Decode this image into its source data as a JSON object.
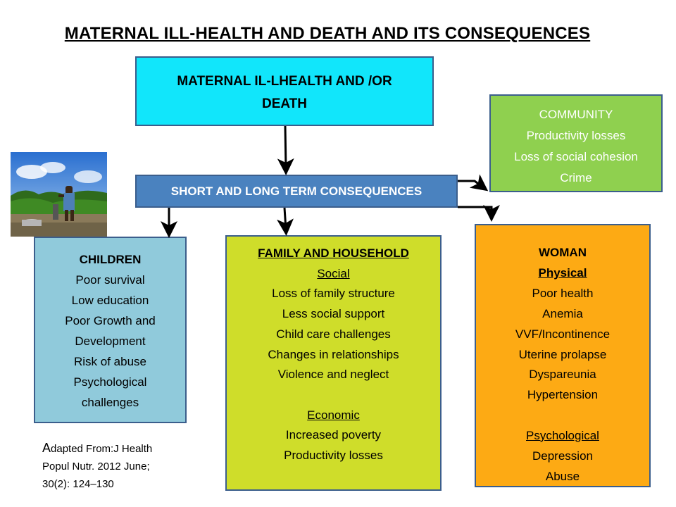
{
  "title": "MATERNAL ILL-HEALTH AND DEATH AND ITS CONSEQUENCES",
  "root": {
    "lines": [
      "MATERNAL IL-LHEALTH AND /OR",
      "DEATH"
    ]
  },
  "consequences": {
    "label": "SHORT AND LONG TERM CONSEQUENCES"
  },
  "community": {
    "heading": "COMMUNITY",
    "items": [
      "Productivity losses",
      "Loss of social cohesion",
      "Crime"
    ]
  },
  "children": {
    "heading": "CHILDREN",
    "items": [
      "Poor survival",
      "Low education",
      "Poor Growth and",
      "Development",
      "Risk of abuse",
      "Psychological",
      "challenges"
    ]
  },
  "family": {
    "heading": "FAMILY AND HOUSEHOLD",
    "sections": [
      {
        "name": "Social",
        "items": [
          "Loss of family structure",
          "Less social support",
          "Child care challenges",
          "Changes in relationships",
          "Violence and neglect"
        ]
      },
      {
        "name": "Economic",
        "items": [
          "Increased poverty",
          "Productivity losses"
        ]
      }
    ]
  },
  "woman": {
    "heading": "WOMAN",
    "sections": [
      {
        "name": "Physical",
        "items": [
          "Poor health",
          "Anemia",
          "VVF/Incontinence",
          "Uterine prolapse",
          "Dyspareunia",
          "Hypertension"
        ]
      },
      {
        "name": "Psychological",
        "items": [
          "Depression",
          "Abuse"
        ]
      }
    ]
  },
  "source": {
    "first_letter": "A",
    "rest_line1": "dapted From:J Health",
    "line2": "Popul Nutr. 2012 June;",
    "line3": "30(2): 124–130"
  },
  "colors": {
    "root": "#11e6fb",
    "consequences": "#4a82bf",
    "community": "#8fd04f",
    "children": "#90cadb",
    "family": "#cfdd2a",
    "woman": "#fdaa14",
    "border": "#3b5e8c"
  },
  "photo": {
    "icon": "child-at-water-pump-photo"
  }
}
